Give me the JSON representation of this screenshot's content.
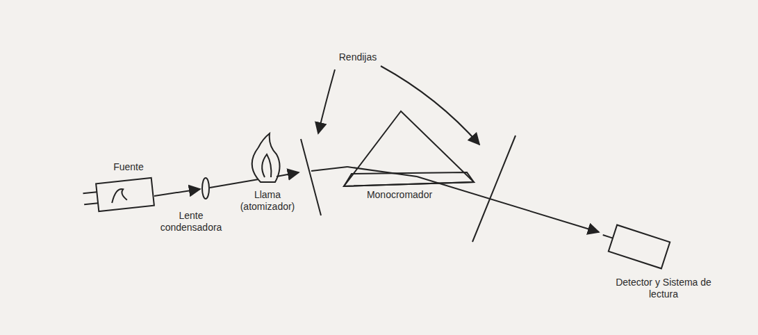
{
  "diagram": {
    "labels": [
      "Fuente",
      "Lente condensadora",
      "Llama (atomizador)",
      "Rendijas",
      "Monocromador",
      "Detector y Sistema de lectura"
    ]
  }
}
